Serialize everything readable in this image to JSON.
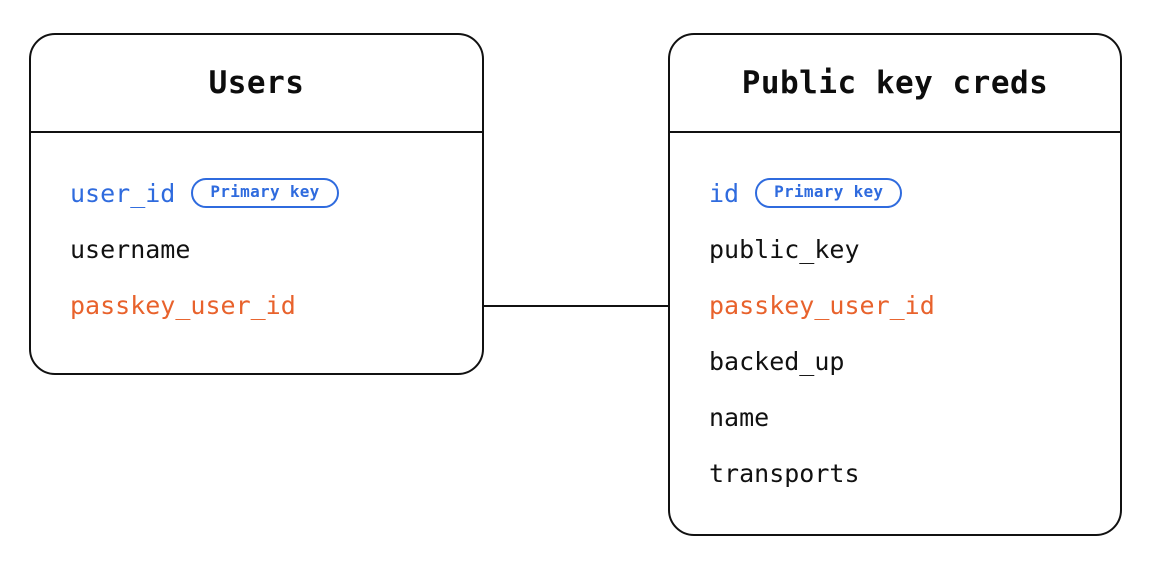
{
  "diagram": {
    "type": "entity-relationship-diagram",
    "background_color": "#ffffff",
    "colors": {
      "border": "#111111",
      "text": "#111111",
      "primary_key_accent": "#2f6bde",
      "foreign_key_accent": "#e8622c"
    },
    "entities": [
      {
        "id": "users",
        "title": "Users",
        "fields": [
          {
            "name": "user_id",
            "accent": "blue",
            "badge": "Primary key"
          },
          {
            "name": "username",
            "accent": "none",
            "badge": null
          },
          {
            "name": "passkey_user_id",
            "accent": "orange",
            "badge": null
          }
        ]
      },
      {
        "id": "public_key_creds",
        "title": "Public key creds",
        "fields": [
          {
            "name": "id",
            "accent": "blue",
            "badge": "Primary key"
          },
          {
            "name": "public_key",
            "accent": "none",
            "badge": null
          },
          {
            "name": "passkey_user_id",
            "accent": "orange",
            "badge": null
          },
          {
            "name": "backed_up",
            "accent": "none",
            "badge": null
          },
          {
            "name": "name",
            "accent": "none",
            "badge": null
          },
          {
            "name": "transports",
            "accent": "none",
            "badge": null
          }
        ]
      }
    ],
    "relationships": [
      {
        "from_entity": "users",
        "from_field": "passkey_user_id",
        "to_entity": "public_key_creds",
        "to_field": "passkey_user_id",
        "style": "plain-line",
        "has_arrowhead": false
      }
    ]
  }
}
